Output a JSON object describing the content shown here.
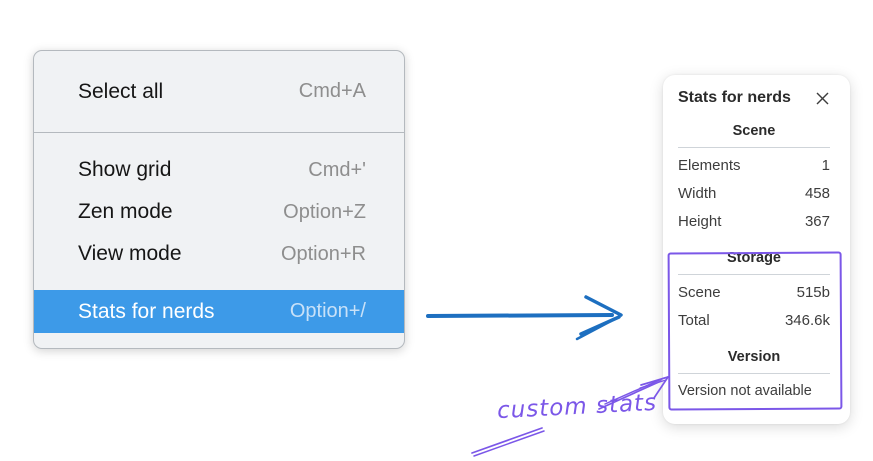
{
  "menu": {
    "groups": [
      {
        "items": [
          {
            "label": "Select all",
            "shortcut": "Cmd+A",
            "highlighted": false
          }
        ]
      },
      {
        "items": [
          {
            "label": "Show grid",
            "shortcut": "Cmd+'",
            "highlighted": false
          },
          {
            "label": "Zen mode",
            "shortcut": "Option+Z",
            "highlighted": false
          },
          {
            "label": "View mode",
            "shortcut": "Option+R",
            "highlighted": false
          },
          {
            "label": "Stats for nerds",
            "shortcut": "Option+/",
            "highlighted": true
          }
        ]
      }
    ]
  },
  "stats_panel": {
    "title": "Stats for nerds",
    "close_icon": "x-icon",
    "sections": {
      "scene": {
        "heading": "Scene",
        "rows": [
          {
            "label": "Elements",
            "value": "1"
          },
          {
            "label": "Width",
            "value": "458"
          },
          {
            "label": "Height",
            "value": "367"
          }
        ]
      },
      "storage": {
        "heading": "Storage",
        "rows": [
          {
            "label": "Scene",
            "value": "515b"
          },
          {
            "label": "Total",
            "value": "346.6k"
          }
        ]
      },
      "version": {
        "heading": "Version",
        "note": "Version not available"
      }
    }
  },
  "annotation": {
    "label": "custom stats",
    "color": "#7b57e8"
  },
  "colors": {
    "menu_highlight": "#3d9ae8",
    "arrow_blue": "#1d6fc0",
    "annotation_purple": "#7b57e8"
  }
}
